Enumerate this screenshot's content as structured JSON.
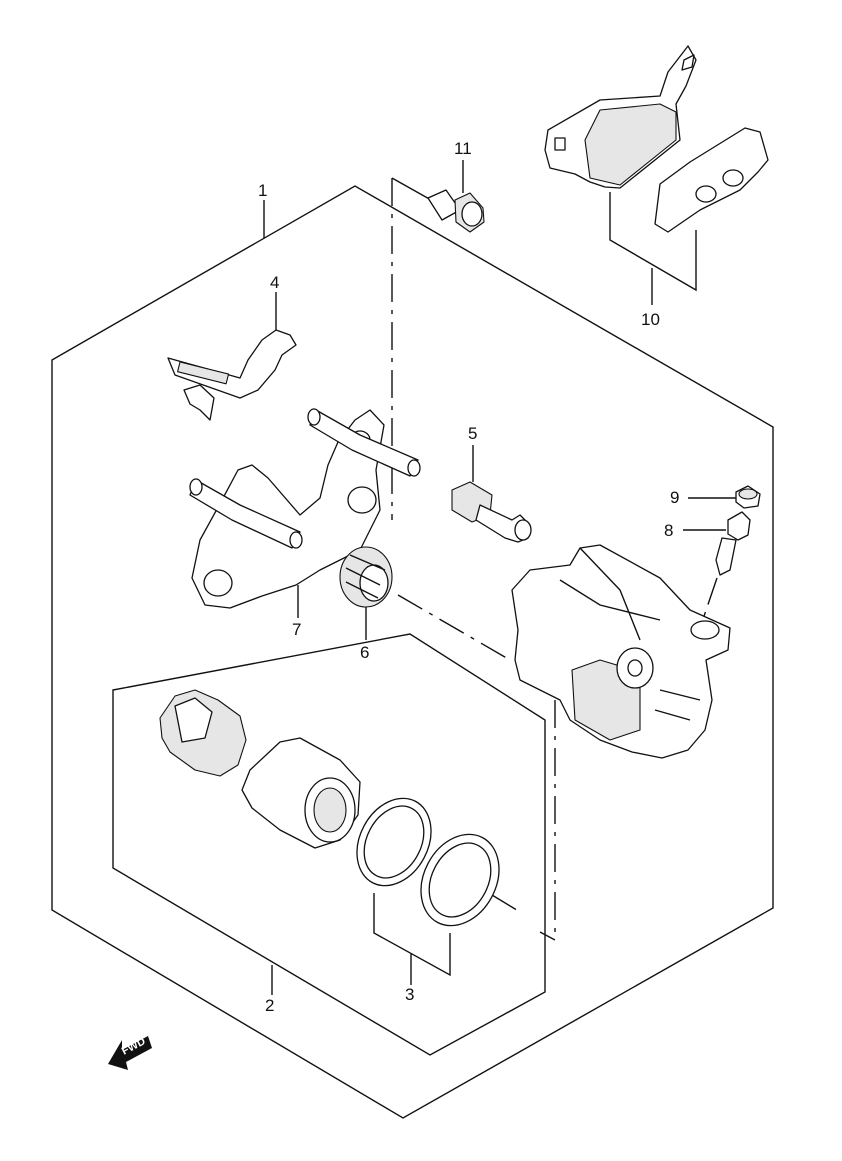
{
  "callouts": [
    {
      "id": "1",
      "text": "1"
    },
    {
      "id": "2",
      "text": "2"
    },
    {
      "id": "3",
      "text": "3"
    },
    {
      "id": "4",
      "text": "4"
    },
    {
      "id": "5",
      "text": "5"
    },
    {
      "id": "6",
      "text": "6"
    },
    {
      "id": "7",
      "text": "7"
    },
    {
      "id": "8",
      "text": "8"
    },
    {
      "id": "9",
      "text": "9"
    },
    {
      "id": "10",
      "text": "10"
    },
    {
      "id": "11",
      "text": "11"
    }
  ],
  "fwd_marker": {
    "text": "FWD"
  }
}
